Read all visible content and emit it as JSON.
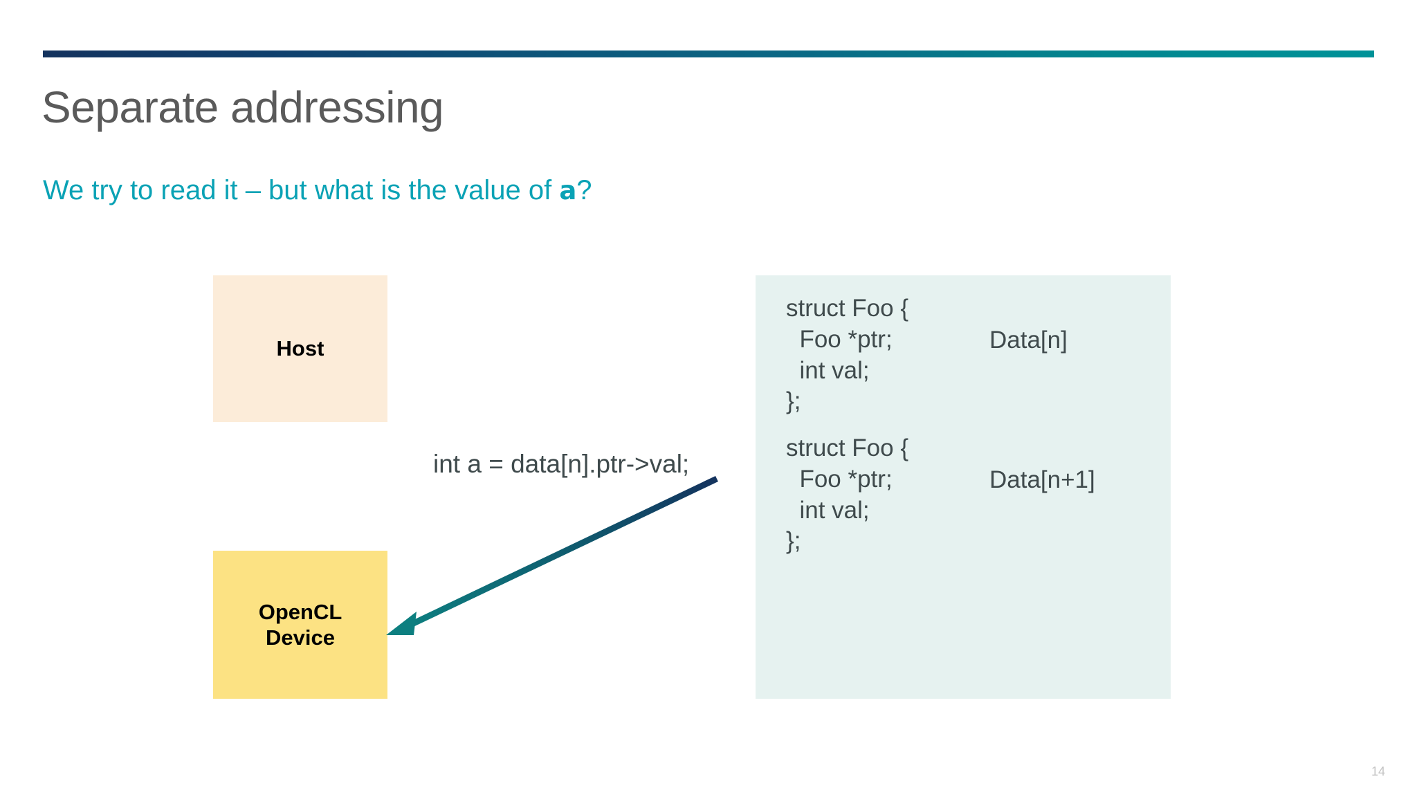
{
  "slide": {
    "title": "Separate addressing",
    "subtitle": {
      "before": "We try to read it – but what is the value of ",
      "variable": "a",
      "after": "?"
    },
    "page_number": "14"
  },
  "colors": {
    "accent_bar_start": "#14335e",
    "accent_bar_end": "#009298",
    "title": "#5a5a5a",
    "subtitle": "#0aa2b5",
    "host_box_bg": "#fcecd9",
    "device_box_bg": "#fce283",
    "struct_panel_bg": "#e6f2f0",
    "code_text": "#3f4a4c",
    "arrow_start": "#14335e",
    "arrow_end": "#0d7f80",
    "page_number": "#c4c4c4"
  },
  "diagram": {
    "host_box": {
      "label": "Host"
    },
    "device_box": {
      "label_line1": "OpenCL",
      "label_line2": "Device"
    },
    "expression": "int a = data[n].ptr->val;",
    "arrow": {
      "from_label": "expression",
      "to_label": "device_box",
      "direction": "left-down"
    }
  },
  "struct_panel": {
    "groups": [
      {
        "code": "struct Foo {\n  Foo *ptr;\n  int val;\n};",
        "tag": "Data[n]"
      },
      {
        "code": "struct Foo {\n  Foo *ptr;\n  int val;\n};",
        "tag": "Data[n+1]"
      }
    ]
  }
}
